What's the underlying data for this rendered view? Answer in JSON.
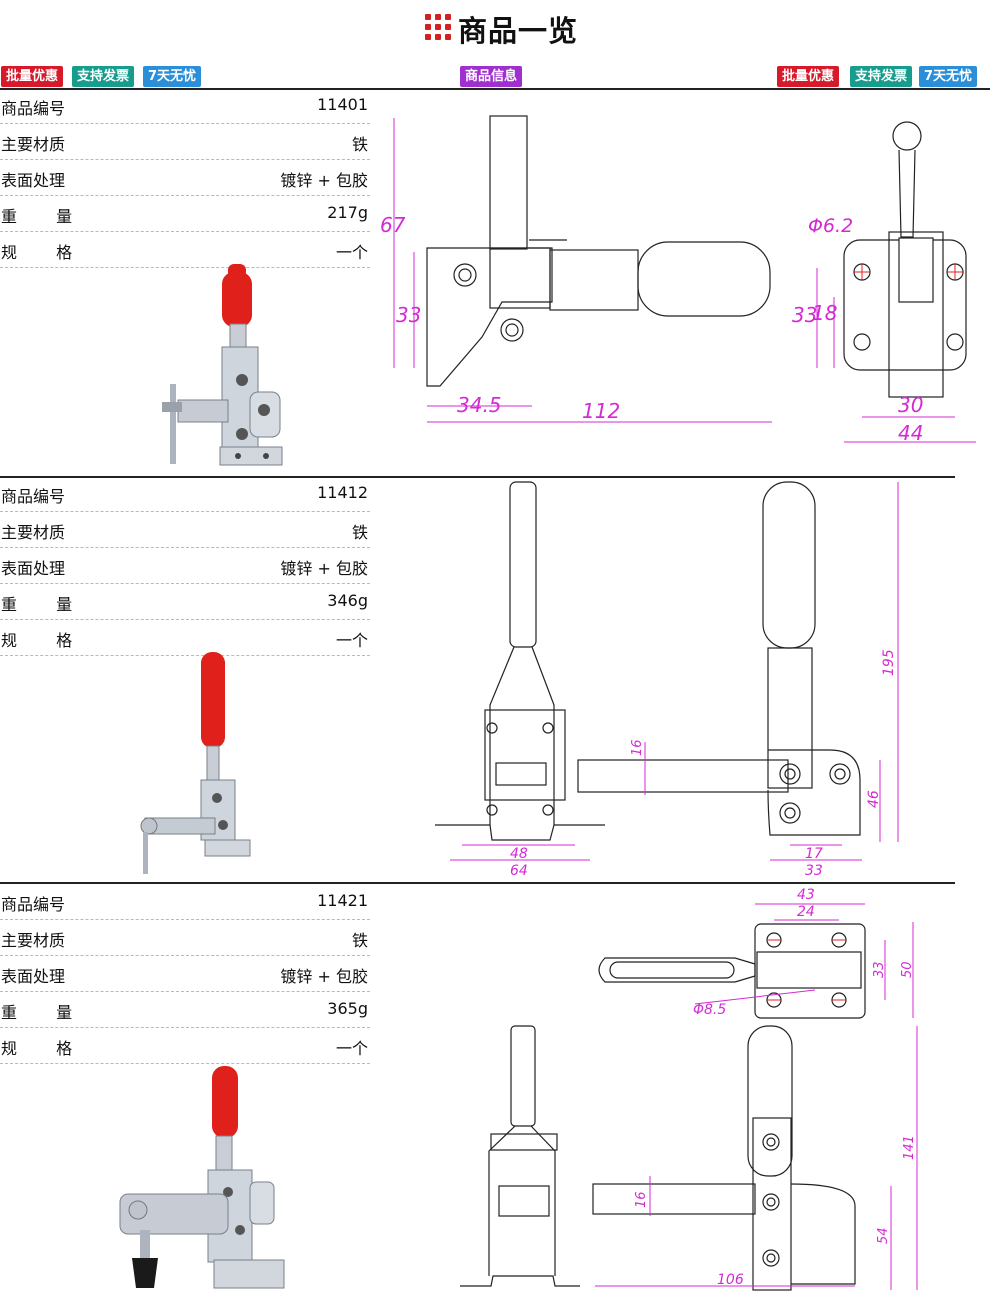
{
  "header": {
    "title": "商品一览",
    "icon": "dots-grid-icon",
    "accent_color": "#d42020"
  },
  "badges_left": [
    "批量优惠",
    "支持发票",
    "7天无忧"
  ],
  "badge_center": "商品信息",
  "badges_right": [
    "批量优惠",
    "支持发票",
    "7天无忧"
  ],
  "badge_colors": {
    "red": "#d8192a",
    "teal": "#179d8e",
    "blue": "#2a8fd8",
    "purple": "#a02fd0"
  },
  "labels": {
    "code": "商品编号",
    "material": "主要材质",
    "surface": "表面处理",
    "weight": "重 量",
    "spec": "规 格"
  },
  "products": [
    {
      "code": "11401",
      "material": "铁",
      "surface": "镀锌 + 包胶",
      "weight": "217g",
      "spec": "一个",
      "dims": {
        "d1": "67",
        "d2": "33",
        "d3": "34.5",
        "d4": "112",
        "d5": "Φ6.2",
        "d6": "33",
        "d7": "18",
        "d8": "30",
        "d9": "44"
      }
    },
    {
      "code": "11412",
      "material": "铁",
      "surface": "镀锌 + 包胶",
      "weight": "346g",
      "spec": "一个",
      "dims": {
        "d1": "48",
        "d2": "64",
        "d3": "16",
        "d4": "17",
        "d5": "33",
        "d6": "195",
        "d7": "46"
      }
    },
    {
      "code": "11421",
      "material": "铁",
      "surface": "镀锌 + 包胶",
      "weight": "365g",
      "spec": "一个",
      "dims": {
        "d1": "43",
        "d2": "24",
        "d3": "33",
        "d4": "50",
        "d5": "Φ8.5",
        "d6": "16",
        "d7": "106",
        "d8": "141",
        "d9": "54"
      }
    }
  ]
}
